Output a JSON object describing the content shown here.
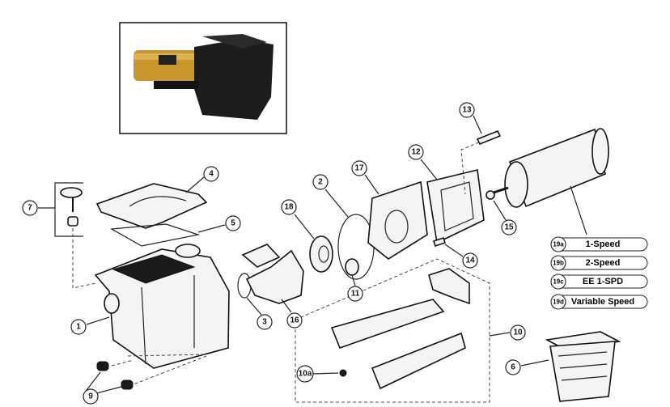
{
  "diagram": {
    "callouts": [
      "7",
      "4",
      "5",
      "1",
      "3",
      "16",
      "18",
      "2",
      "17",
      "11",
      "12",
      "13",
      "15",
      "14",
      "10",
      "10a",
      "6",
      "9"
    ],
    "motor_options": [
      {
        "code": "19a",
        "label": "1-Speed"
      },
      {
        "code": "19b",
        "label": "2-Speed"
      },
      {
        "code": "19c",
        "label": "EE 1-SPD"
      },
      {
        "code": "19d",
        "label": "Variable Speed"
      }
    ],
    "colors": {
      "motor_gold": "#c9962e",
      "housing_black": "#1c1c1c",
      "line": "#222222"
    }
  }
}
